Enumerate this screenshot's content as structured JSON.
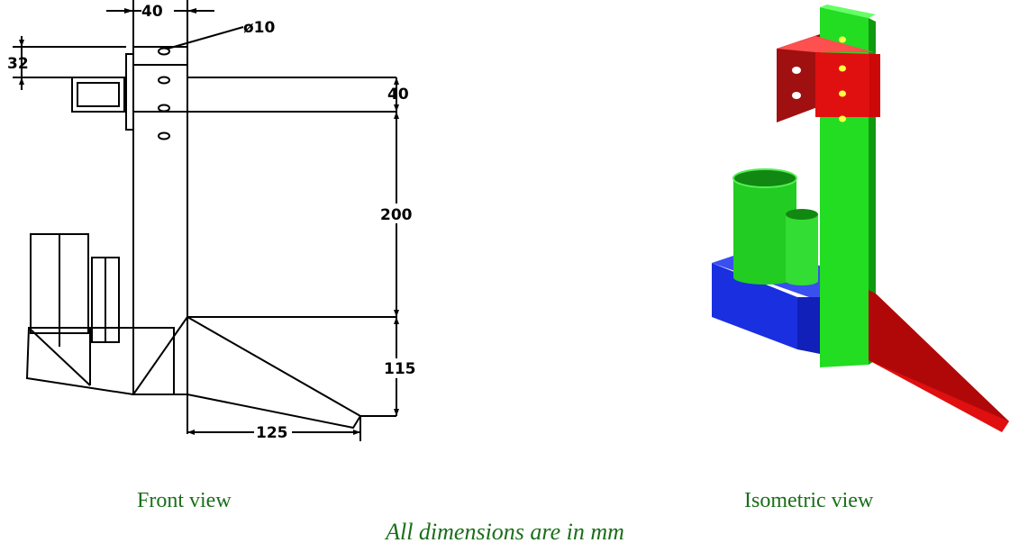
{
  "dimensions": {
    "width_top": "40",
    "hole_diameter": "ø10",
    "hole_spacing": "32",
    "clamp_height": "40",
    "shank_length": "200",
    "blade_height": "115",
    "blade_length": "125"
  },
  "captions": {
    "front": "Front view",
    "isometric": "Isometric view",
    "note": "All dimensions are in mm"
  },
  "colors": {
    "caption": "#1a6e1a",
    "shank": "#22dd22",
    "clamp": "#e01010",
    "base_block": "#1a2fe0",
    "blade": "#e01010",
    "tubes": "#22cc22"
  }
}
